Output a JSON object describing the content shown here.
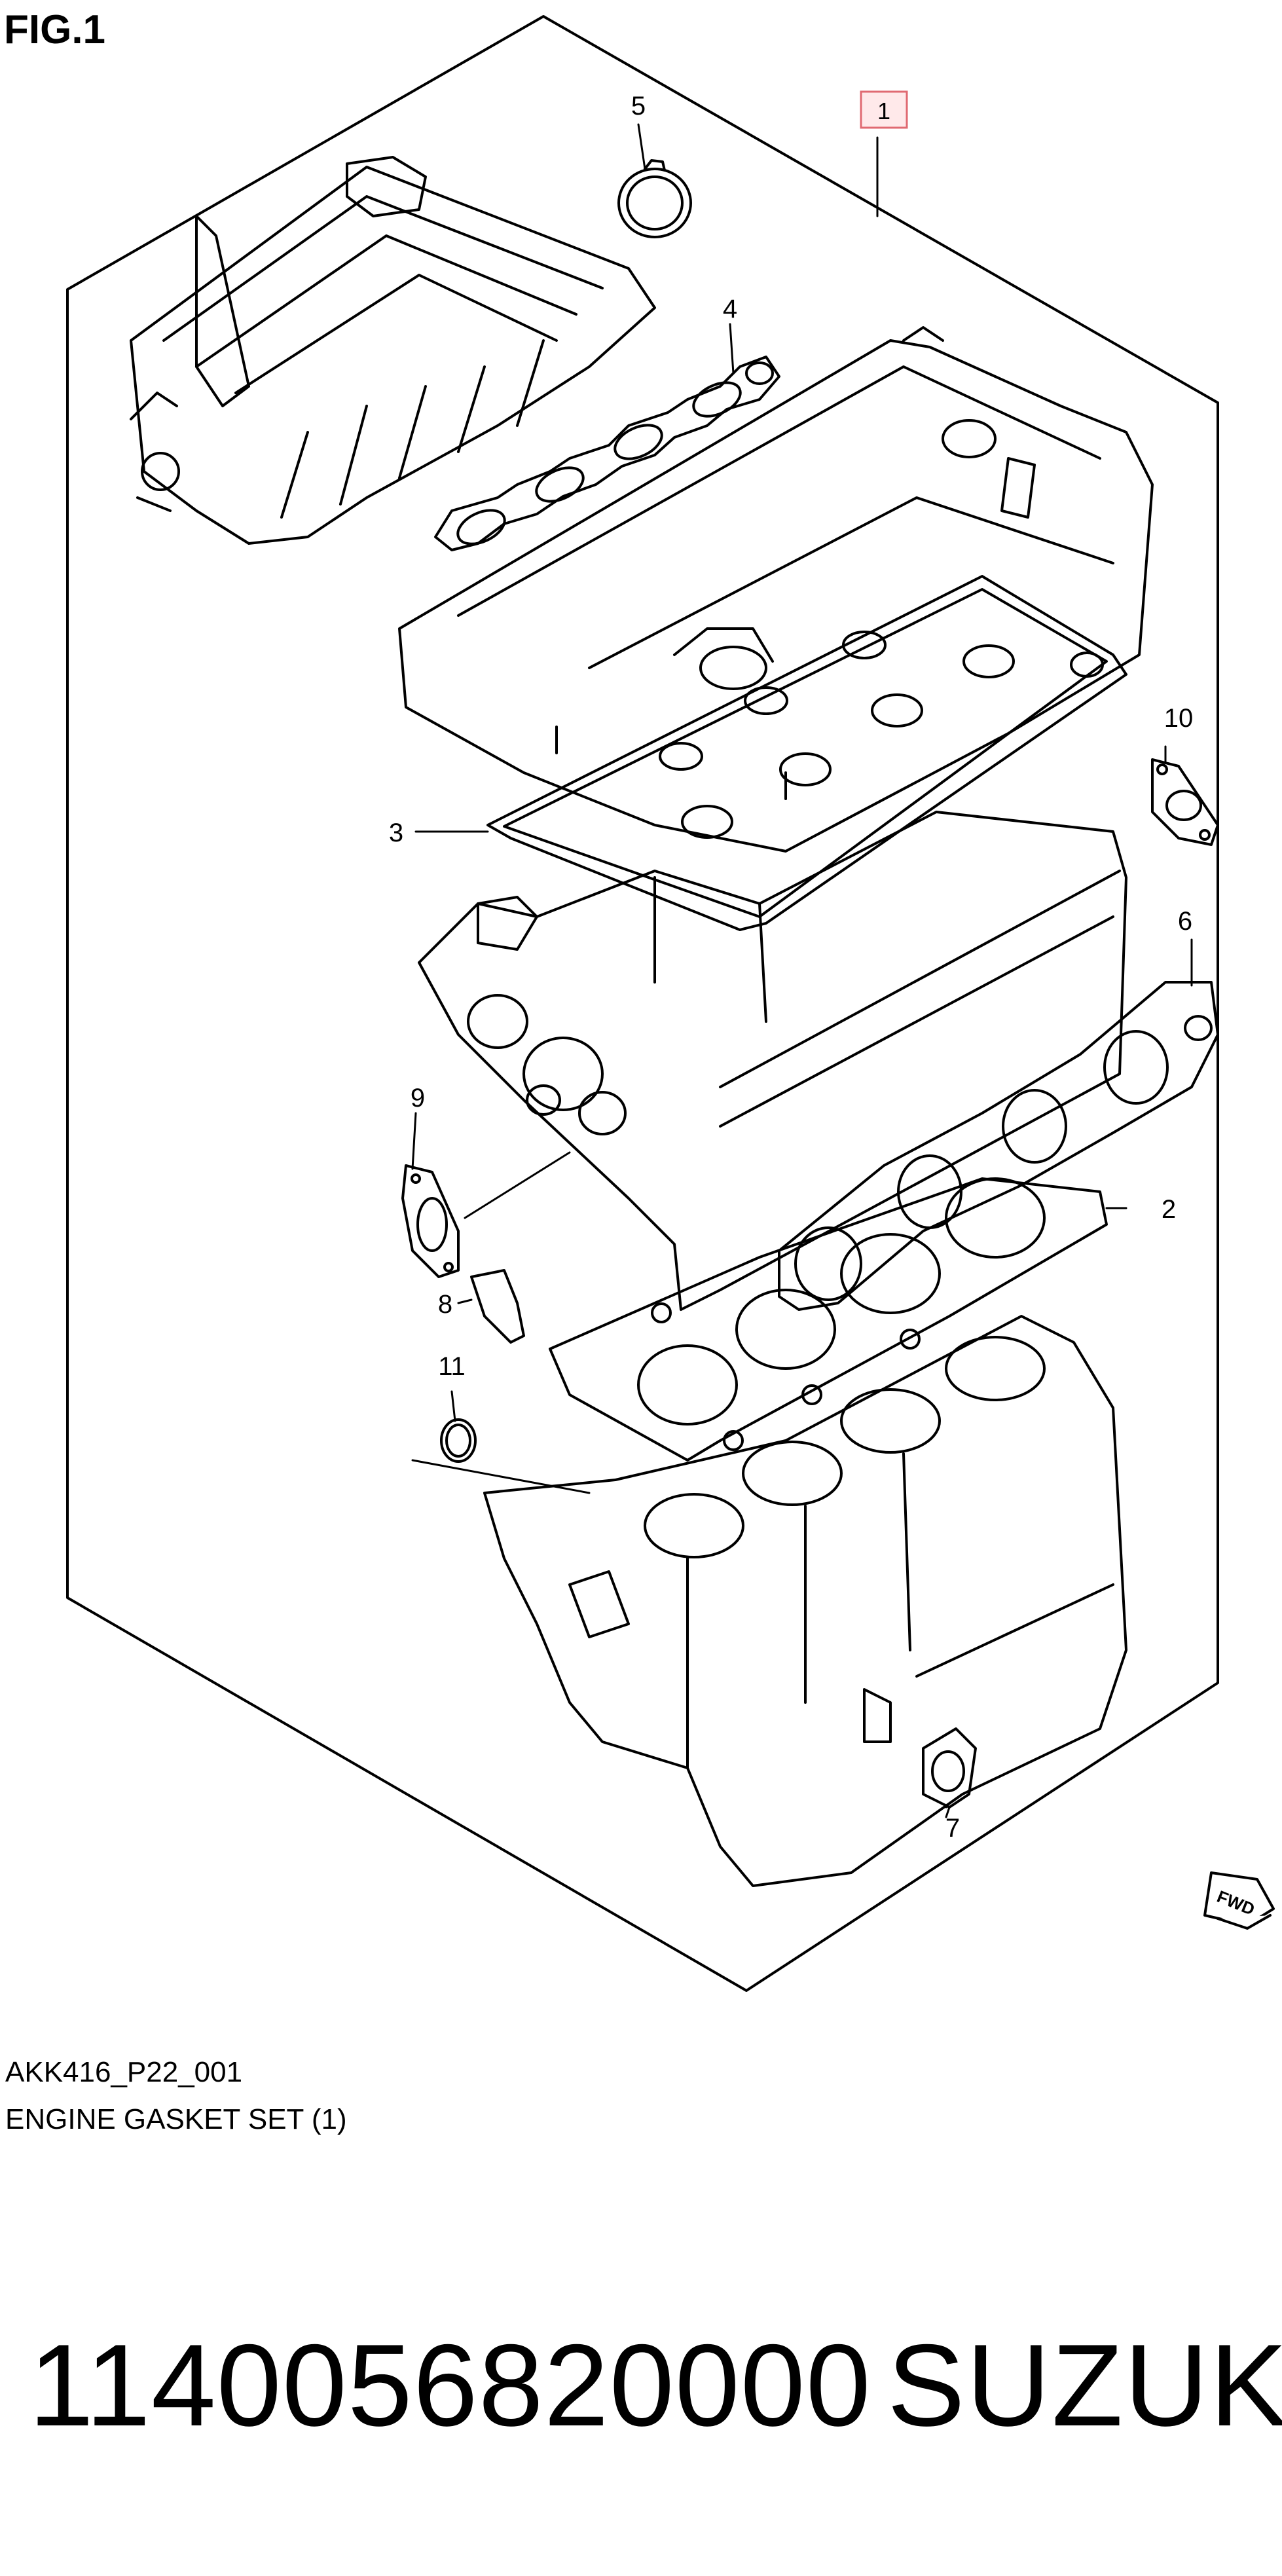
{
  "figure": {
    "title": "FIG.1"
  },
  "callouts": {
    "c1": "1",
    "c2": "2",
    "c3": "3",
    "c4": "4",
    "c5": "5",
    "c6": "6",
    "c7": "7",
    "c8": "8",
    "c9": "9",
    "c10": "10",
    "c11": "11"
  },
  "direction_tag": "FWD",
  "footer": {
    "code": "AKK416_P22_001",
    "description": "ENGINE GASKET SET (1)"
  },
  "product": {
    "part_number": "1140056820000",
    "brand": "SUZUKI"
  }
}
